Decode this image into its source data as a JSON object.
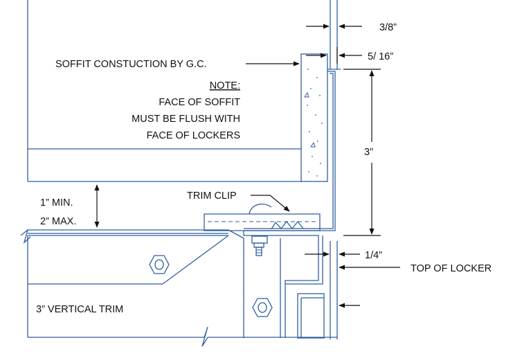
{
  "labels": {
    "soffit_construction": "SOFFIT CONSTUCTION BY G.C.",
    "note_heading": "NOTE:",
    "note_line1": "FACE OF SOFFIT",
    "note_line2": "MUST BE FLUSH WITH",
    "note_line3": "FACE OF LOCKERS",
    "min_gap": "1” MIN.",
    "max_gap": "2” MAX.",
    "trim_clip": "TRIM CLIP",
    "vertical_trim": "3” VERTICAL TRIM",
    "top_of_locker": "TOP OF LOCKER"
  },
  "dimensions": {
    "d_3_8": "3/8”",
    "d_5_16": "5/ 16”",
    "d_3": "3”",
    "d_1_4": "1/4”"
  },
  "colors": {
    "linework": "#2f5d9e",
    "annotation": "#111111",
    "background": "#ffffff"
  }
}
